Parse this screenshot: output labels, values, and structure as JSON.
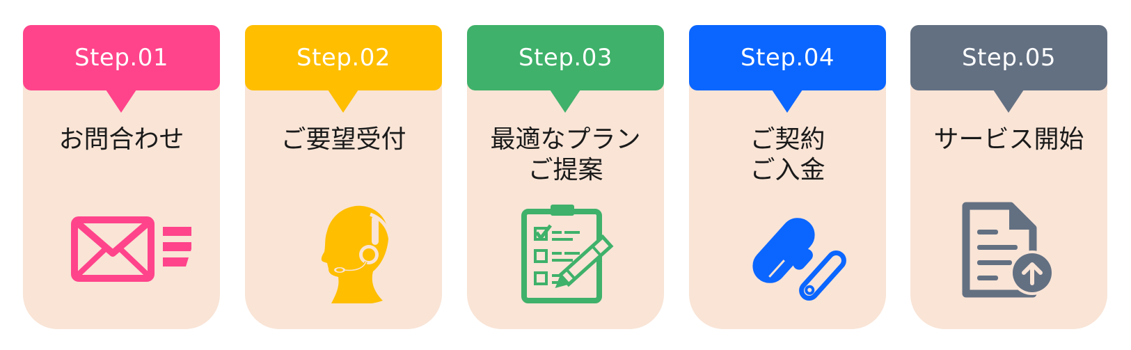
{
  "steps": [
    {
      "label": "Step.01",
      "title_lines": [
        "お問合わせ"
      ],
      "color": "#ff448b",
      "icon": "mail-icon"
    },
    {
      "label": "Step.02",
      "title_lines": [
        "ご要望受付"
      ],
      "color": "#ffbe00",
      "icon": "headset-operator-icon"
    },
    {
      "label": "Step.03",
      "title_lines": [
        "最適なプラン",
        "ご提案"
      ],
      "color": "#3fb16a",
      "icon": "clipboard-checklist-icon"
    },
    {
      "label": "Step.04",
      "title_lines": [
        "ご契約",
        "ご入金"
      ],
      "color": "#0b66ff",
      "icon": "payment-icon"
    },
    {
      "label": "Step.05",
      "title_lines": [
        "サービス開始"
      ],
      "color": "#637082",
      "icon": "document-upload-icon"
    }
  ]
}
